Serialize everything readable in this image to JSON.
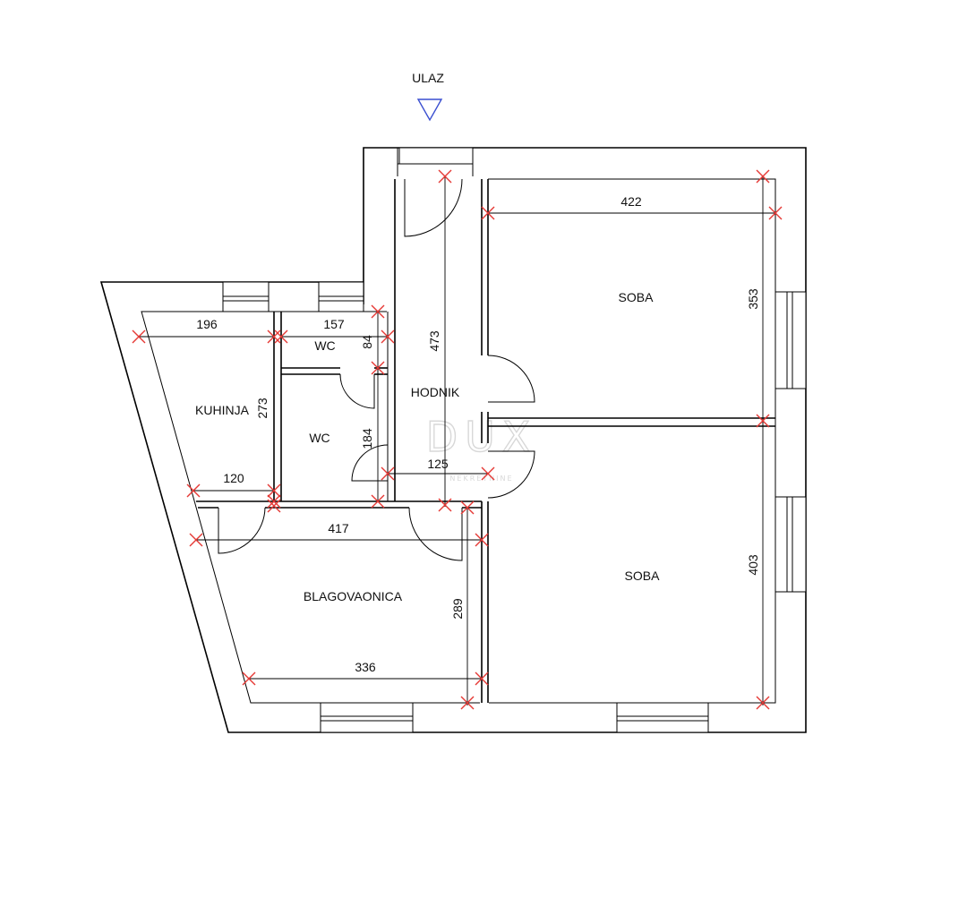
{
  "entrance": {
    "label": "ULAZ"
  },
  "rooms": {
    "soba_top": "SOBA",
    "soba_bottom": "SOBA",
    "hodnik": "HODNIK",
    "kuhinja": "KUHINJA",
    "wc_top": "WC",
    "wc_mid": "WC",
    "blagovaonica": "BLAGOVAONICA"
  },
  "dimensions": {
    "soba_top_width": "422",
    "soba_top_height": "353",
    "soba_bottom_height": "403",
    "hodnik_height": "473",
    "hodnik_width": "125",
    "kuhinja_width_top": "196",
    "kuhinja_height": "273",
    "kuhinja_width_bottom": "120",
    "wc_top_width": "157",
    "wc_top_height": "84",
    "wc_mid_height": "184",
    "blagovaonica_width_top": "417",
    "blagovaonica_height": "289",
    "blagovaonica_width_bottom": "336"
  },
  "watermark": {
    "main": "DUX",
    "sub": "NEKRETNINE"
  },
  "colors": {
    "dimension_ticks": "#e53935",
    "entrance_arrow": "#3a4fd0",
    "walls": "#000000"
  }
}
